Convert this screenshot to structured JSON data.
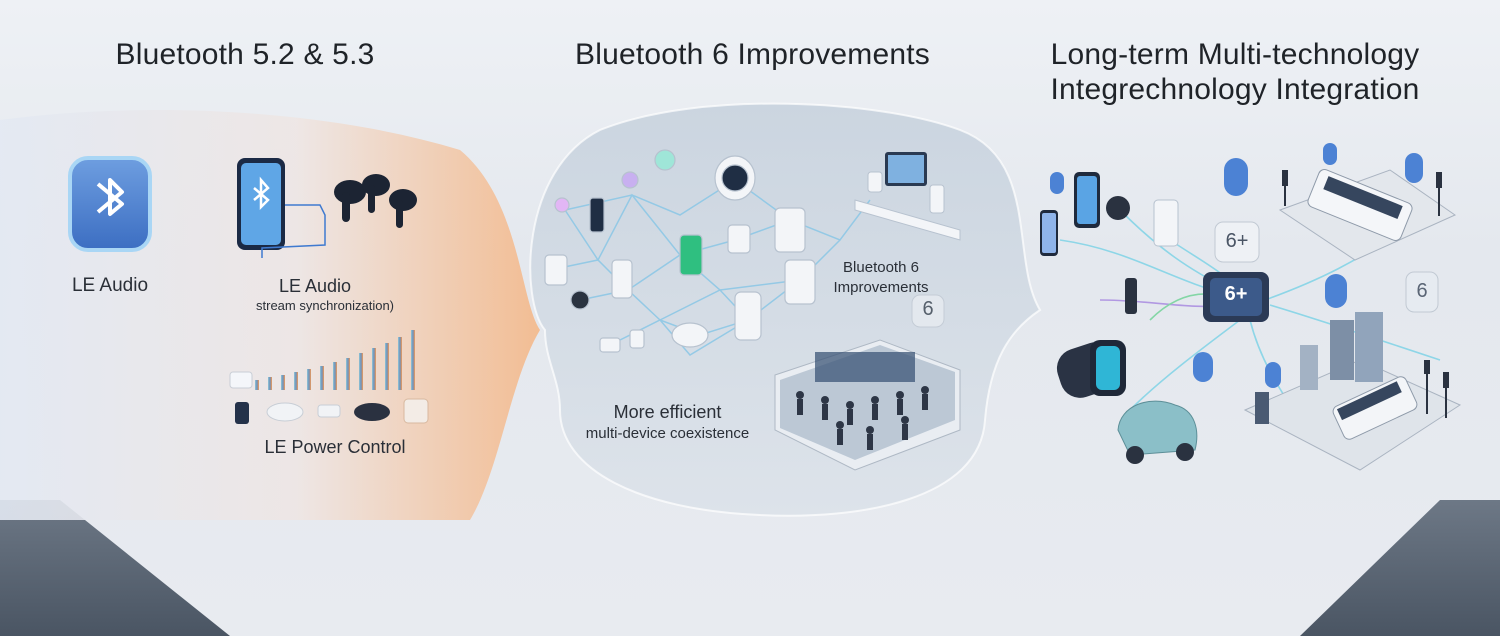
{
  "panels": {
    "left": {
      "title": "Bluetooth 5.2 & 5.3",
      "icon_label": "LE Audio",
      "phone_label": "LE Audio",
      "phone_sublabel": "stream synchronization)",
      "power_label": "LE Power Control"
    },
    "middle": {
      "title": "Bluetooth 6 Improvements",
      "callout_label": "Bluetooth 6\nImprovements",
      "badge": "6",
      "efficiency_label": "More efficient",
      "efficiency_sublabel": "multi-device coexistence"
    },
    "right": {
      "title_line1": "Long-term Multi-technology",
      "title_line2": "Integrechnology Integration",
      "chip_label": "6+",
      "tile_label": "6+",
      "badge": "6"
    }
  },
  "colors": {
    "bluetooth_blue": "#4a7fd0",
    "accent_orange": "#f0a46a",
    "bubble_gray": "#cdd6e0",
    "dark_floor": "#5a6674"
  },
  "icons": [
    "bluetooth-icon",
    "smartphone-icon",
    "earbuds-icon",
    "signal-bars-icon",
    "game-controller-icon",
    "smartwatch-icon",
    "car-icon",
    "bus-icon",
    "chip-icon",
    "traffic-light-icon"
  ]
}
